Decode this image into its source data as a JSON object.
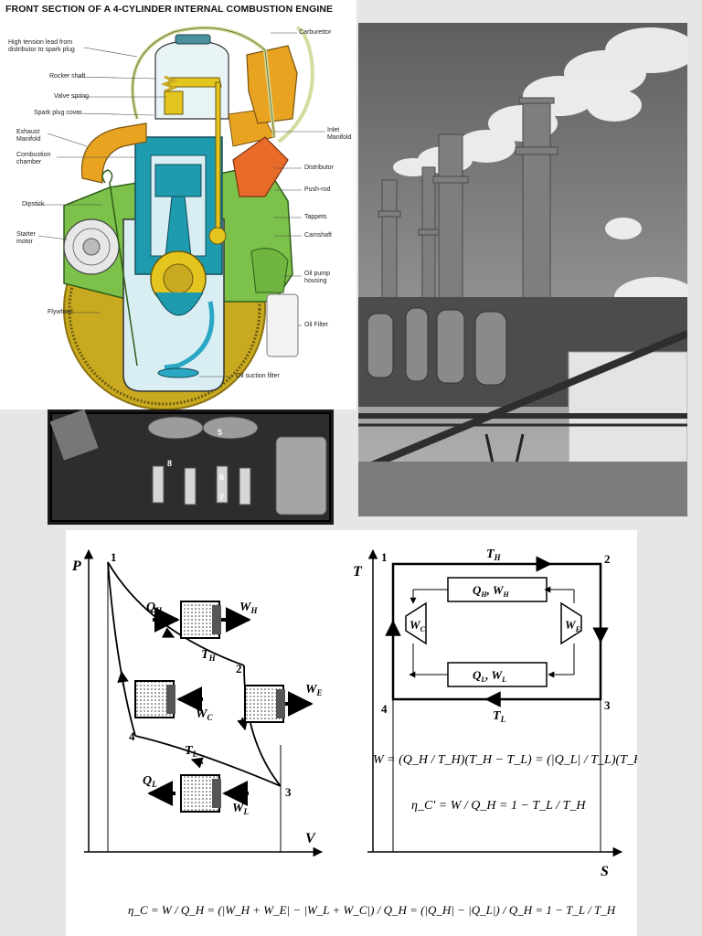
{
  "engine_diagram": {
    "title": "FRONT SECTION OF A 4-CYLINDER INTERNAL COMBUSTION ENGINE",
    "labels_left": [
      "High tension lead from\ndistributor to spark plug",
      "Rocker shaft",
      "Valve spring",
      "Spark plug cover",
      "Exhaust\nManifold",
      "Combustion\nchamber",
      "Dipstick",
      "Starter\nmotor",
      "Flywheel"
    ],
    "labels_right": [
      "Carburettor",
      "Inlet\nManifold",
      "Distributor",
      "Push-rod",
      "Tappets",
      "Camshaft",
      "Oil pump\nhousing",
      "Oil Filter"
    ],
    "label_bottom": "Oil suction filter"
  },
  "engine_photo": {
    "cylinder_numbers": [
      "5",
      "8",
      "6",
      "7"
    ]
  },
  "pv_diagram": {
    "y_axis": "P",
    "x_axis": "V",
    "points": [
      "1",
      "2",
      "3",
      "4"
    ],
    "labels": {
      "qh": "Q",
      "qh_sub": "H",
      "wh": "W",
      "wh_sub": "H",
      "th": "T",
      "th_sub": "H",
      "wc": "W",
      "wc_sub": "C",
      "we": "W",
      "we_sub": "E",
      "tl": "T",
      "tl_sub": "L",
      "ql": "Q",
      "ql_sub": "L",
      "wl": "W",
      "wl_sub": "L"
    }
  },
  "ts_diagram": {
    "y_axis": "T",
    "x_axis": "S",
    "points": [
      "1",
      "2",
      "3",
      "4"
    ],
    "top_label": "T",
    "top_label_sub": "H",
    "bottom_label": "T",
    "bottom_label_sub": "L",
    "box_top": "Q",
    "box_top_sub1": "H",
    "box_top_mid": ", W",
    "box_top_sub2": "H",
    "box_bottom": "Q",
    "box_bottom_sub1": "L",
    "box_bottom_mid": ", W",
    "box_bottom_sub2": "L",
    "left_turbine": "W",
    "left_turbine_sub": "C",
    "right_turbine": "W",
    "right_turbine_sub": "E"
  },
  "equations": {
    "work_eq": "W = (Q_H / T_H)(T_H − T_L) = (|Q_L| / T_L)(T_H − T_L)",
    "carnot_eq": "η_C' = W / Q_H = 1 − T_L / T_H",
    "efficiency_eq": "η_C = W / Q_H = (|W_H + W_E| − |W_L + W_C|) / Q_H = (|Q_H| − |Q_L|) / Q_H = 1 − T_L / T_H"
  }
}
